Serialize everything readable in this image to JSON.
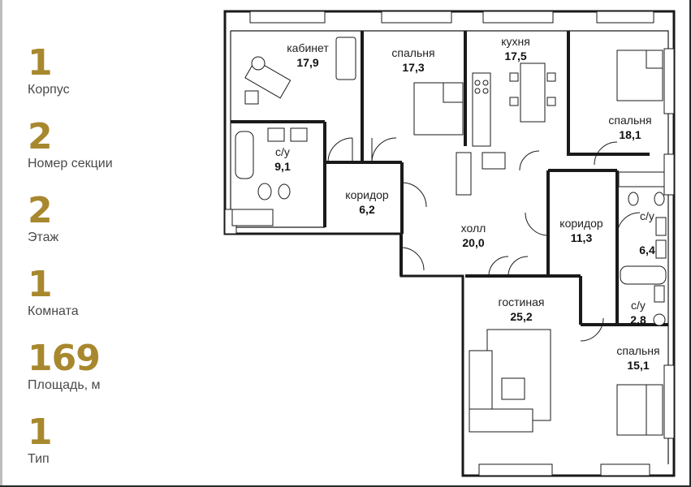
{
  "stats": [
    {
      "value": "1",
      "label": "Корпус"
    },
    {
      "value": "2",
      "label": "Номер секции"
    },
    {
      "value": "2",
      "label": "Этаж"
    },
    {
      "value": "1",
      "label": "Комната"
    },
    {
      "value": "169",
      "label": "Площадь, м"
    },
    {
      "value": "1",
      "label": "Тип"
    }
  ],
  "rooms": [
    {
      "name": "кабинет",
      "area": "17,9"
    },
    {
      "name": "спальня",
      "area": "17,3"
    },
    {
      "name": "кухня",
      "area": "17,5"
    },
    {
      "name": "спальня",
      "area": "18,1"
    },
    {
      "name": "с/у",
      "area": "9,1"
    },
    {
      "name": "коридор",
      "area": "6,2"
    },
    {
      "name": "холл",
      "area": "20,0"
    },
    {
      "name": "коридор",
      "area": "11,3"
    },
    {
      "name": "с/у",
      "area": "6,4"
    },
    {
      "name": "гостиная",
      "area": "25,2"
    },
    {
      "name": "с/у",
      "area": "2,8"
    },
    {
      "name": "спальня",
      "area": "15,1"
    }
  ],
  "colors": {
    "accent": "#a8882e",
    "label": "#4a4a4a",
    "wall": "#1a1a1a"
  }
}
